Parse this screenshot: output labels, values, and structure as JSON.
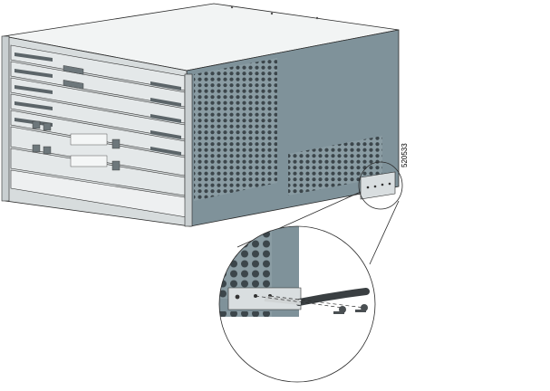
{
  "figure": {
    "id_label": "520533",
    "colors": {
      "chassis_side": "#7f929a",
      "chassis_top": "#f2f4f4",
      "front_panel": "#d7dcdd",
      "vent_hole": "#3c464b",
      "ground_cable": "#3a3f42",
      "outline": "#2a2a2a",
      "background": "#ffffff"
    },
    "components": [
      "router-chassis",
      "module-slots",
      "side-vent-grille",
      "ground-lug-mount",
      "detail-callout-circle",
      "ground-cable",
      "ground-screws"
    ]
  }
}
